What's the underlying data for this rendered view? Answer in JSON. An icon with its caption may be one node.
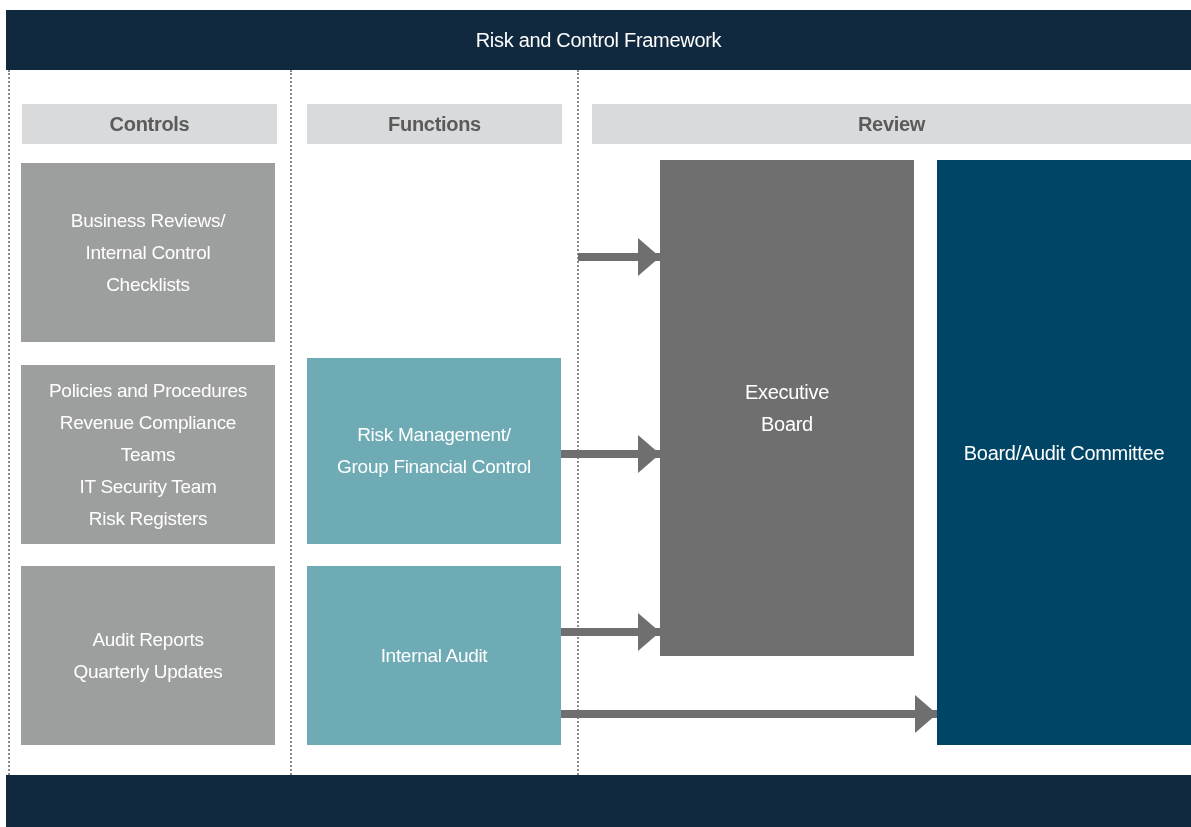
{
  "diagram": {
    "nodes": [
      {
        "text": [
          "Risk and Control Framework"
        ]
      },
      {
        "text": [
          "Controls"
        ]
      },
      {
        "text": [
          "Functions"
        ]
      },
      {
        "text": [
          "Review"
        ]
      },
      {
        "text": [
          "Business Reviews/ Internal Control Checklists"
        ]
      },
      {
        "text": [
          "Policies and Procedures",
          "Revenue Compliance Teams",
          "IT Security Team",
          "Risk Registers"
        ]
      },
      {
        "text": [
          "Audit Reports",
          "Quarterly Updates"
        ]
      },
      {
        "text": [
          "Risk Management/ Group Financial Control"
        ]
      },
      {
        "text": [
          "Internal Audit"
        ]
      },
      {
        "text": [
          "Executive Board"
        ]
      },
      {
        "text": [
          "Board/Audit Committee"
        ]
      },
      {
        "text": [],
        "shape": "bar"
      }
    ],
    "edges": [
      {
        "from": null,
        "to": 9,
        "arrow": "to"
      },
      {
        "from": 7,
        "to": 9,
        "arrow": "to"
      },
      {
        "from": 8,
        "to": 9,
        "arrow": "to"
      },
      {
        "from": 8,
        "to": 10,
        "arrow": "to"
      }
    ]
  }
}
